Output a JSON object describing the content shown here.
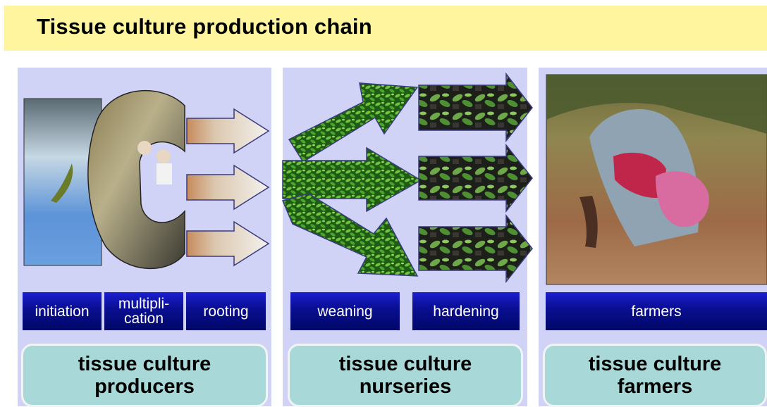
{
  "title": "Tissue culture production chain",
  "stages": {
    "initiation": "initiation",
    "multiplication_line1": "multipli-",
    "multiplication_line2": "cation",
    "rooting": "rooting",
    "weaning": "weaning",
    "hardening": "hardening",
    "farmers": "farmers"
  },
  "groups": {
    "producers_line1": "tissue culture",
    "producers_line2": "producers",
    "nurseries_line1": "tissue culture",
    "nurseries_line2": "nurseries",
    "farmers_line1": "tissue culture",
    "farmers_line2": "farmers"
  },
  "colors": {
    "banner": "#fff59e",
    "panel": "#d0d2f6",
    "stage_box": "#0a0f95",
    "group_box": "#a8d9d8"
  }
}
